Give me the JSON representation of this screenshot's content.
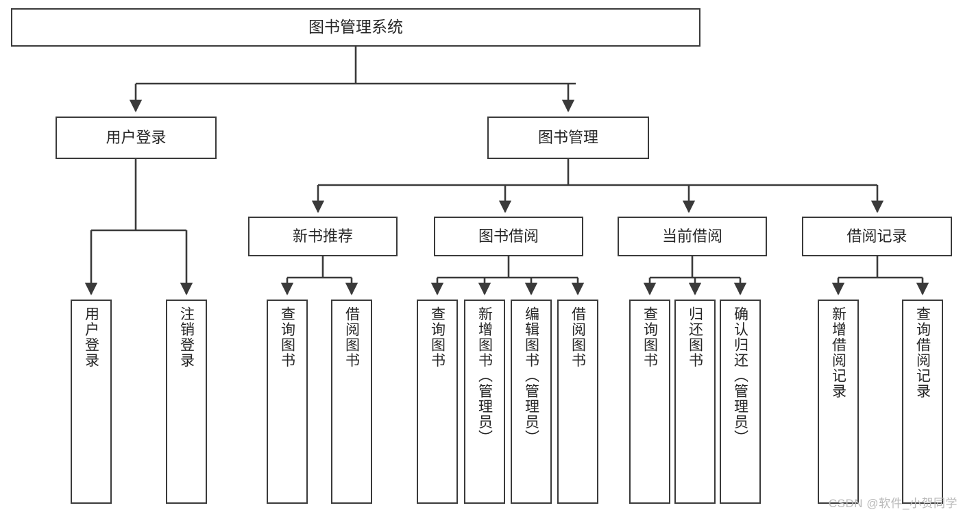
{
  "diagram": {
    "title": "图书管理系统",
    "type": "tree-hierarchy-chart",
    "watermark": "CSDN @软件_小贺同学",
    "colors": {
      "node_border": "#3a3a3a",
      "node_fill": "#ffffff",
      "edge": "#3a3a3a",
      "text": "#262626",
      "watermark": "#b9b9b9",
      "background": "#ffffff"
    },
    "levels": {
      "root": {
        "label": "图书管理系统"
      },
      "level2": [
        {
          "label": "用户登录"
        },
        {
          "label": "图书管理"
        }
      ],
      "level3": [
        {
          "label": "新书推荐"
        },
        {
          "label": "图书借阅"
        },
        {
          "label": "当前借阅"
        },
        {
          "label": "借阅记录"
        }
      ],
      "leaves": {
        "user_login": [
          {
            "label": "用户登录"
          },
          {
            "label": "注销登录"
          }
        ],
        "new_book_recommend": [
          {
            "label": "查询图书"
          },
          {
            "label": "借阅图书"
          }
        ],
        "book_borrow": [
          {
            "label": "查询图书"
          },
          {
            "label": "新增图书（管理员）"
          },
          {
            "label": "编辑图书（管理员）"
          },
          {
            "label": "借阅图书"
          }
        ],
        "current_borrow": [
          {
            "label": "查询图书"
          },
          {
            "label": "归还图书"
          },
          {
            "label": "确认归还（管理员）"
          }
        ],
        "borrow_record": [
          {
            "label": "新增借阅记录"
          },
          {
            "label": "查询借阅记录"
          }
        ]
      }
    }
  }
}
